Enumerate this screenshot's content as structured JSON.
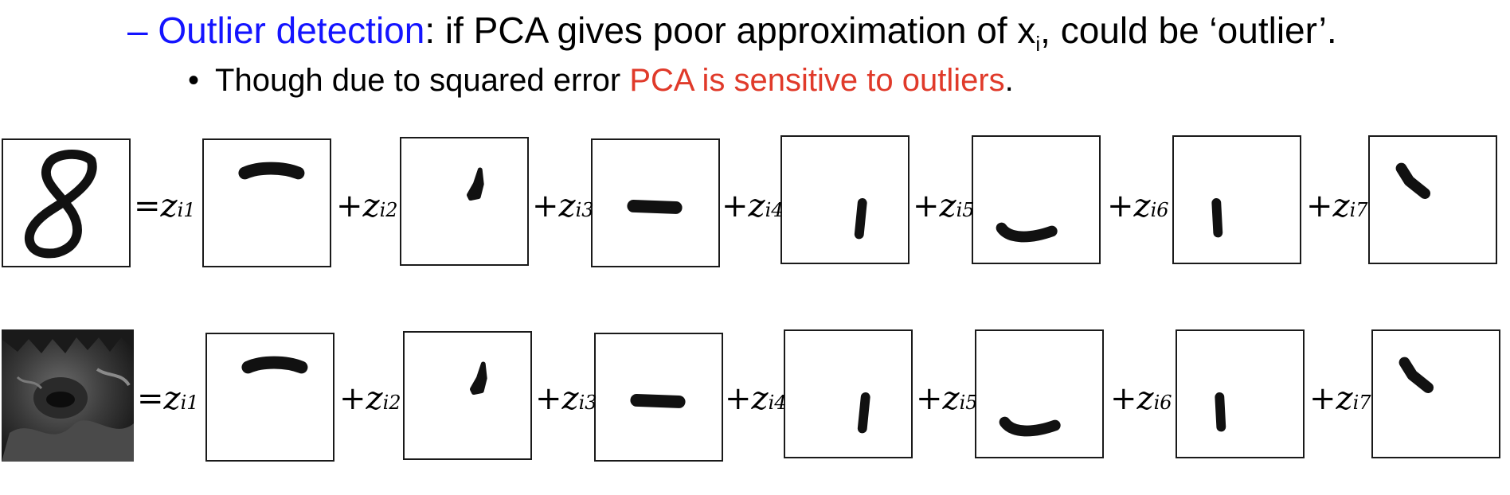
{
  "text": {
    "line1_dash": "–",
    "line1_term": "Outlier detection",
    "line1_rest_a": ": if PCA gives poor approximation of x",
    "line1_sub": "i",
    "line1_rest_b": ", could be ‘outlier’.",
    "line2_bullet": "•",
    "line2_a": "Though due to squared error ",
    "line2_highlight": "PCA is sensitive to outliers",
    "line2_b": "."
  },
  "coefficients": [
    {
      "op": "=",
      "var": "z",
      "sub": "i1"
    },
    {
      "op": "+",
      "var": "z",
      "sub": "i2"
    },
    {
      "op": "+",
      "var": "z",
      "sub": "i3"
    },
    {
      "op": "+",
      "var": "z",
      "sub": "i4"
    },
    {
      "op": "+",
      "var": "z",
      "sub": "i5"
    },
    {
      "op": "+",
      "var": "z",
      "sub": "i6"
    },
    {
      "op": "+",
      "var": "z",
      "sub": "i7"
    }
  ],
  "colors": {
    "term": "#1414ff",
    "highlight": "#e03a2a"
  },
  "rows": [
    {
      "input_image": "handwritten-digit-eight"
    },
    {
      "input_image": "dark-monster-photo-outlier"
    }
  ],
  "components": [
    "top-horizontal-stroke",
    "upper-right-diagonal-stroke",
    "center-horizontal-stroke",
    "lower-vertical-stroke",
    "bottom-curved-stroke",
    "left-vertical-stroke",
    "upper-left-diagonal-stroke"
  ]
}
